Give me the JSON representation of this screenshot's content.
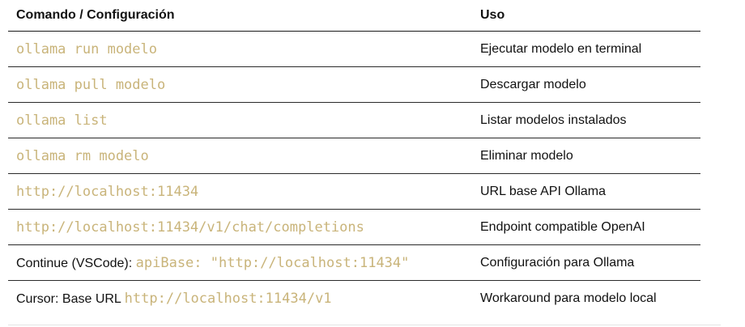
{
  "table": {
    "headers": {
      "command": "Comando / Configuración",
      "use": "Uso"
    },
    "rows": [
      {
        "prefix": "",
        "code": "ollama run modelo",
        "use": "Ejecutar modelo en terminal"
      },
      {
        "prefix": "",
        "code": "ollama pull modelo",
        "use": "Descargar modelo"
      },
      {
        "prefix": "",
        "code": "ollama list",
        "use": "Listar modelos instalados"
      },
      {
        "prefix": "",
        "code": "ollama rm modelo",
        "use": "Eliminar modelo"
      },
      {
        "prefix": "",
        "code": "http://localhost:11434",
        "use": "URL base API Ollama"
      },
      {
        "prefix": "",
        "code": "http://localhost:11434/v1/chat/completions",
        "use": "Endpoint compatible OpenAI"
      },
      {
        "prefix": "Continue (VSCode): ",
        "code": "apiBase: \"http://localhost:11434\"",
        "use": "Configuración para Ollama"
      },
      {
        "prefix": "Cursor: Base URL ",
        "code": "http://localhost:11434/v1",
        "use": "Workaround para modelo local"
      }
    ]
  },
  "colors": {
    "code": "#c9b47a",
    "text": "#111111",
    "rule": "#2a2a2a"
  }
}
